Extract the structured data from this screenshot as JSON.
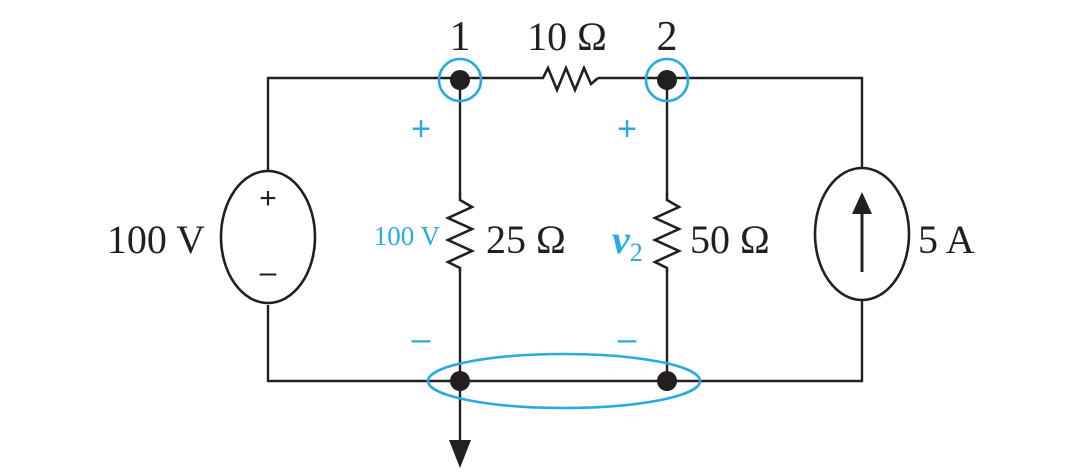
{
  "nodes": {
    "node_1_label": "1",
    "node_2_label": "2"
  },
  "components": {
    "series_resistor": "10 Ω",
    "left_shunt_resistor": "25 Ω",
    "right_shunt_resistor": "50 Ω",
    "voltage_source_value": "100 V",
    "current_source_value": "5 A"
  },
  "annotations": {
    "node1_voltage": "100 V",
    "node2_voltage_symbol": "v",
    "node2_voltage_subscript": "2",
    "plus_sign": "+",
    "minus_sign": "–",
    "source_plus": "+",
    "source_minus": "–"
  },
  "colors": {
    "wire": "#231f20",
    "highlight": "#29abe2"
  }
}
